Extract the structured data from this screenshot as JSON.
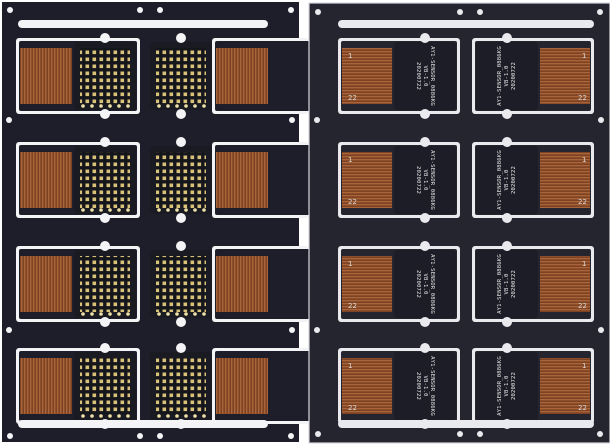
{
  "photo": {
    "subject": "two rigid-flex PCB panels",
    "colors": {
      "background": "#ffffff",
      "board": "#1d1e29",
      "board_edge": "#30313d",
      "slot": "#f4f4f6",
      "flex": "#8a4a26",
      "flex_trace": "#b06a3c",
      "pad": "#d9c27a",
      "pad_bright": "#f0e2a6"
    }
  },
  "left_panel": {
    "side": "component side",
    "units": 8
  },
  "right_panel": {
    "side": "silkscreen side",
    "units": 8,
    "labels": {
      "line1": "AY1-SENSOR_0886KG",
      "line2": "VB-1.0",
      "line3": "20200722",
      "pin_start": "1",
      "pin_end": "22"
    }
  }
}
